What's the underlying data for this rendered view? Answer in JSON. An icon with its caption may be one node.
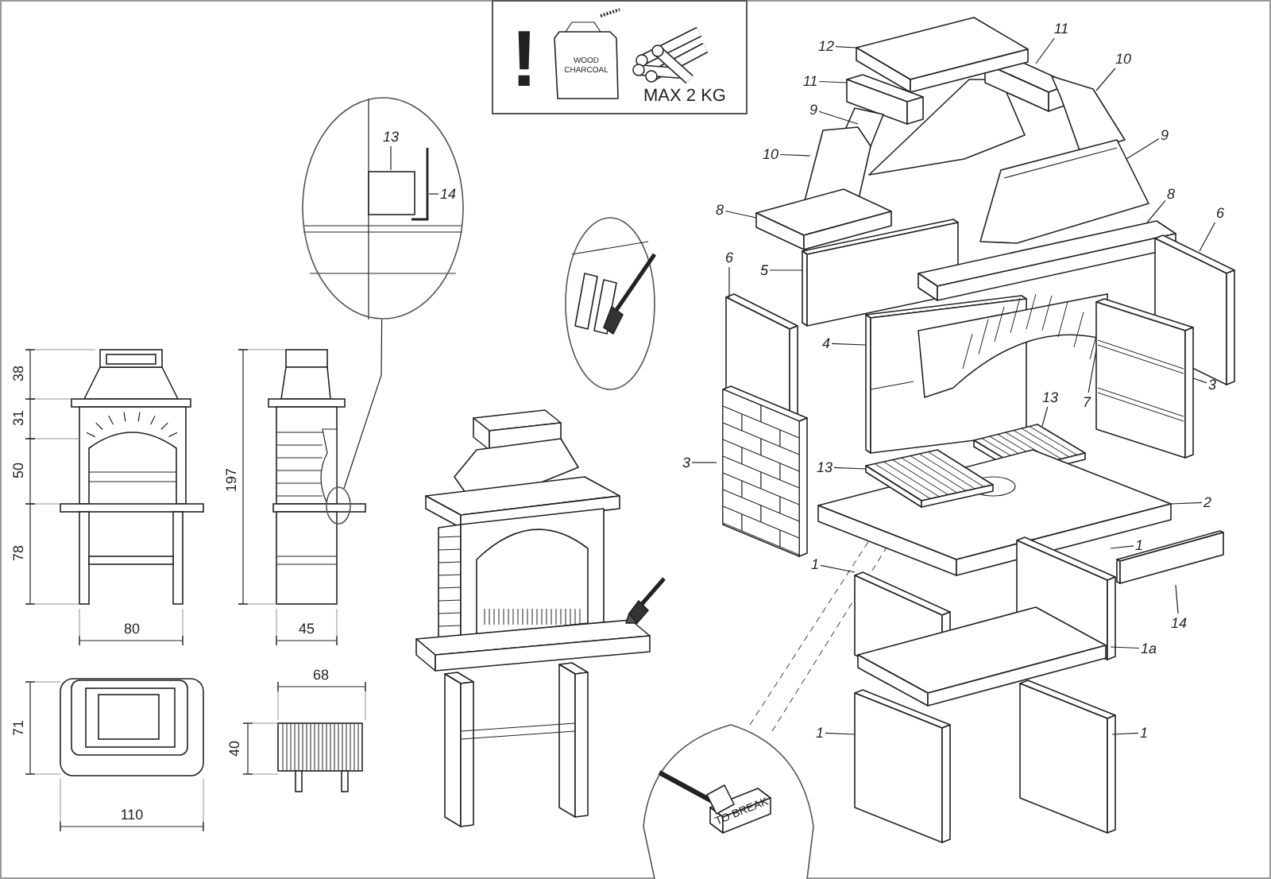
{
  "diagram": {
    "nodes": [
      {
        "text": [
          "12"
        ]
      },
      {
        "text": [
          "11"
        ]
      },
      {
        "text": [
          "11"
        ]
      },
      {
        "text": [
          "10"
        ]
      },
      {
        "text": [
          "9"
        ]
      },
      {
        "text": [
          "10"
        ]
      },
      {
        "text": [
          "9"
        ]
      },
      {
        "text": [
          "8"
        ]
      },
      {
        "text": [
          "8"
        ]
      },
      {
        "text": [
          "6"
        ]
      },
      {
        "text": [
          "6"
        ]
      },
      {
        "text": [
          "5"
        ]
      },
      {
        "text": [
          "4"
        ]
      },
      {
        "text": [
          "7"
        ]
      },
      {
        "text": [
          "3"
        ]
      },
      {
        "text": [
          "13"
        ]
      },
      {
        "text": [
          "3"
        ]
      },
      {
        "text": [
          "13"
        ]
      },
      {
        "text": [
          "2"
        ]
      },
      {
        "text": [
          "1"
        ]
      },
      {
        "text": [
          "1"
        ]
      },
      {
        "text": [
          "14"
        ]
      },
      {
        "text": [
          "1a"
        ]
      },
      {
        "text": [
          "1"
        ]
      },
      {
        "text": [
          "1"
        ]
      },
      {
        "text": [],
        "shape": "circle"
      },
      {
        "text": [
          "13"
        ],
        "in": 25
      },
      {
        "text": [
          "14"
        ],
        "in": 25
      },
      {
        "text": [],
        "shape": "circle"
      }
    ],
    "edges": [
      {
        "from": 0,
        "to": null,
        "arrow": "none"
      },
      {
        "from": 1,
        "to": null,
        "arrow": "none"
      },
      {
        "from": 2,
        "to": null,
        "arrow": "none"
      },
      {
        "from": 3,
        "to": null,
        "arrow": "none"
      },
      {
        "from": 4,
        "to": null,
        "arrow": "none"
      },
      {
        "from": 5,
        "to": null,
        "arrow": "none"
      },
      {
        "from": 6,
        "to": null,
        "arrow": "none"
      },
      {
        "from": 7,
        "to": null,
        "arrow": "none"
      },
      {
        "from": 8,
        "to": null,
        "arrow": "none"
      },
      {
        "from": 9,
        "to": null,
        "arrow": "none"
      },
      {
        "from": 10,
        "to": null,
        "arrow": "none"
      },
      {
        "from": 11,
        "to": null,
        "arrow": "none"
      },
      {
        "from": 12,
        "to": null,
        "arrow": "none"
      },
      {
        "from": 13,
        "to": null,
        "arrow": "none"
      },
      {
        "from": 14,
        "to": null,
        "arrow": "none"
      },
      {
        "from": 15,
        "to": null,
        "arrow": "none"
      },
      {
        "from": 16,
        "to": null,
        "arrow": "none"
      },
      {
        "from": 17,
        "to": null,
        "arrow": "none"
      },
      {
        "from": 18,
        "to": null,
        "arrow": "none"
      },
      {
        "from": 19,
        "to": null,
        "arrow": "none"
      },
      {
        "from": 20,
        "to": null,
        "arrow": "none"
      },
      {
        "from": 21,
        "to": null,
        "arrow": "none"
      },
      {
        "from": 22,
        "to": null,
        "arrow": "none"
      },
      {
        "from": 23,
        "to": null,
        "arrow": "none"
      },
      {
        "from": 24,
        "to": null,
        "arrow": "none"
      },
      {
        "from": 26,
        "to": null,
        "arrow": "none"
      },
      {
        "from": 27,
        "to": null,
        "arrow": "none"
      },
      {
        "from": 25,
        "to": 28,
        "arrow": "none"
      }
    ],
    "labels": [
      "!",
      "WOOD CHARCOAL",
      "MAX 2 KG",
      "38",
      "31",
      "50",
      "78",
      "197",
      "80",
      "45",
      "68",
      "40",
      "71",
      "110",
      "TO BREAK"
    ]
  }
}
